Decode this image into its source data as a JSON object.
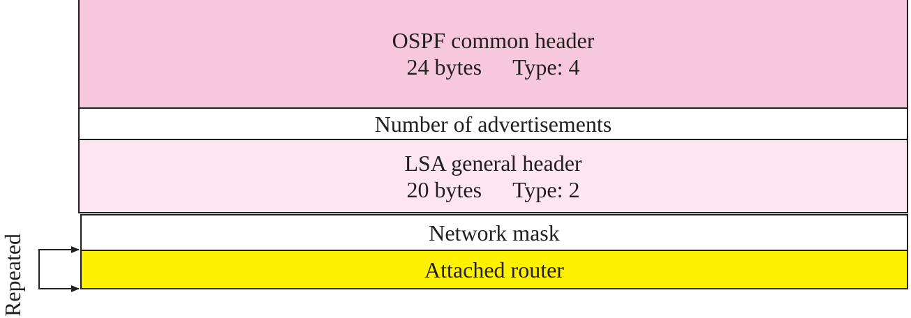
{
  "fields": {
    "ospf_header": {
      "title": "OSPF common header",
      "size": "24 bytes",
      "type": "Type: 4"
    },
    "num_advertisements": "Number of advertisements",
    "lsa_header": {
      "title": "LSA general header",
      "size": "20 bytes",
      "type": "Type: 2"
    },
    "network_mask": "Network mask",
    "attached_router": "Attached router"
  },
  "repeated_label": "Repeated",
  "colors": {
    "ospf_header_fill": "#f7c8dd",
    "lsa_header_fill": "#fde6f0",
    "attached_router_fill": "#fff200",
    "stroke": "#231f20"
  }
}
